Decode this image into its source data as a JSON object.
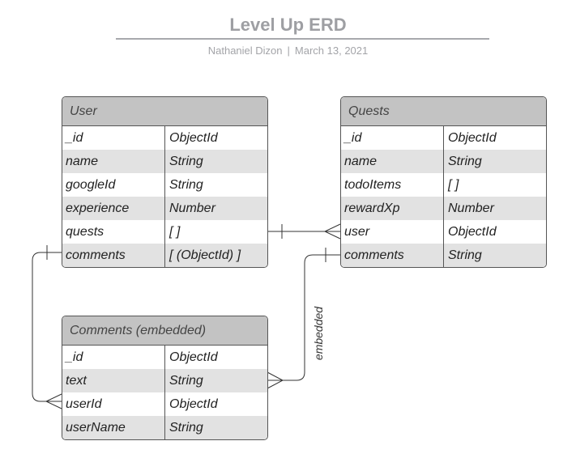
{
  "title": "Level Up ERD",
  "subtitle": {
    "author": "Nathaniel Dizon",
    "separator": "|",
    "date": "March 13, 2021"
  },
  "entities": [
    {
      "id": "user",
      "name": "User",
      "fields": [
        {
          "name": "_id",
          "type": "ObjectId"
        },
        {
          "name": "name",
          "type": "String"
        },
        {
          "name": "googleId",
          "type": "String"
        },
        {
          "name": "experience",
          "type": "Number"
        },
        {
          "name": "quests",
          "type": "[ ]"
        },
        {
          "name": "comments",
          "type": "[ (ObjectId) ]"
        }
      ]
    },
    {
      "id": "quests",
      "name": "Quests",
      "fields": [
        {
          "name": "_id",
          "type": "ObjectId"
        },
        {
          "name": "name",
          "type": "String"
        },
        {
          "name": "todoItems",
          "type": "[ ]"
        },
        {
          "name": "rewardXp",
          "type": "Number"
        },
        {
          "name": "user",
          "type": "ObjectId"
        },
        {
          "name": "comments",
          "type": "String"
        }
      ]
    },
    {
      "id": "comments",
      "name": "Comments (embedded)",
      "fields": [
        {
          "name": "_id",
          "type": "ObjectId"
        },
        {
          "name": "text",
          "type": "String"
        },
        {
          "name": "userId",
          "type": "ObjectId"
        },
        {
          "name": "userName",
          "type": "String"
        }
      ]
    }
  ],
  "relationships": [
    {
      "from": "user.quests",
      "to": "quests.user",
      "from_end": "one",
      "to_end": "many",
      "label": ""
    },
    {
      "from": "user.comments",
      "to": "comments.userId",
      "from_end": "one",
      "to_end": "many",
      "label": ""
    },
    {
      "from": "quests.comments",
      "to": "comments.text",
      "from_end": "one",
      "to_end": "many",
      "label": "embedded"
    }
  ]
}
